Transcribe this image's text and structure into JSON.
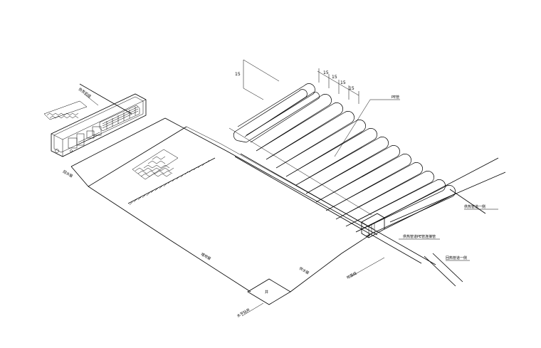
{
  "dimensions": {
    "left_width": "15",
    "spacings": [
      "15",
      "15",
      "15",
      "15"
    ]
  },
  "labels": {
    "buried_pipe": "埋地管",
    "pipe_coil": "PE管",
    "supply_pipe": "供水管",
    "return_pipe": "回水管",
    "well": "井",
    "right_upper": "供热管道一侧",
    "right_middle": "供热管道PE管连接管",
    "right_lower": "回热管道一侧",
    "ground_line": "地面线",
    "well_note": "水平钻井",
    "equipment": "热泵机组"
  },
  "colors": {
    "line": "#000000",
    "background": "#ffffff"
  }
}
